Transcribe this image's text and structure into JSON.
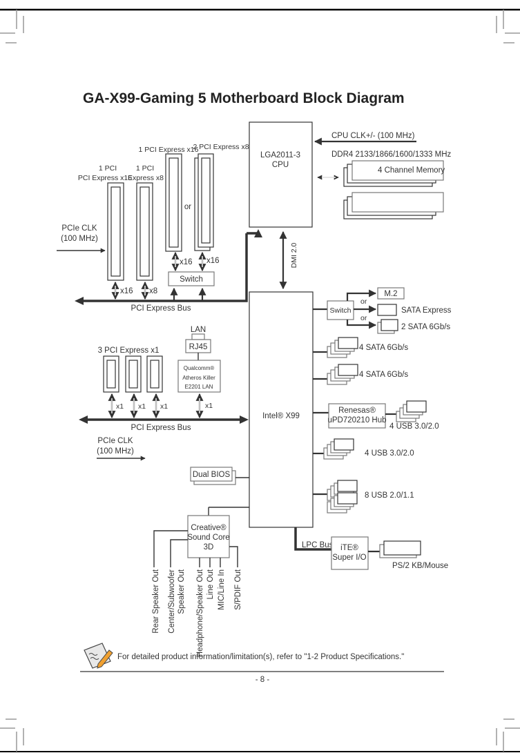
{
  "page": {
    "title": "GA-X99-Gaming 5 Motherboard Block Diagram",
    "page_number": "- 8 -",
    "note": "For detailed product information/limitation(s), refer to \"1-2 Product Specifications.\"",
    "note_icon": "note-pencil-icon"
  },
  "cpu": {
    "line1": "LGA2011-3",
    "line2": "CPU"
  },
  "cpu_clock": "CPU CLK+/- (100 MHz)",
  "memory": {
    "speed": "DDR4 2133/1866/1600/1333 MHz",
    "label": "4 Channel Memory"
  },
  "dmi": "DMI 2.0",
  "chipset": {
    "label": "Intel® X99"
  },
  "pcie_top": {
    "slot1": {
      "line1": "1 PCI",
      "line2": "PCI Express x16",
      "link": "x16"
    },
    "slot2": {
      "line1": "1 PCI",
      "line2": "Express x8",
      "link": "x8"
    },
    "slot3": {
      "label": "1 PCI Express x16",
      "link": "x16"
    },
    "slot4": {
      "label": "2 PCI Express x8",
      "link": "x16"
    },
    "or": "or",
    "switch": "Switch",
    "bus": "PCI Express Bus",
    "clk_line1": "PCIe CLK",
    "clk_line2": "(100 MHz)"
  },
  "pcie_bottom": {
    "slots_label": "3 PCI Express x1",
    "links": [
      "x1",
      "x1",
      "x1",
      "x1"
    ],
    "bus": "PCI Express Bus",
    "clk_line1": "PCIe CLK",
    "clk_line2": "(100 MHz)"
  },
  "lan": {
    "label": "LAN",
    "connector": "RJ45",
    "chip_line1": "Qualcomm®",
    "chip_line2": "Atheros Killer",
    "chip_line3": "E2201 LAN"
  },
  "storage": {
    "switch": "Switch",
    "or1": "or",
    "or2": "or",
    "m2": "M.2",
    "sata_express": "SATA Express",
    "sata2": "2 SATA 6Gb/s",
    "sata4a": "4 SATA 6Gb/s",
    "sata4b": "4 SATA 6Gb/s"
  },
  "usb": {
    "hub_line1": "Renesas®",
    "hub_line2": "uPD720210 Hub",
    "hub_ports": "4 USB 3.0/2.0",
    "usb3": "4 USB 3.0/2.0",
    "usb2": "8 USB 2.0/1.1"
  },
  "bios": "Dual BIOS",
  "lpc": {
    "bus": "LPC Bus",
    "sio_line1": "iTE®",
    "sio_line2": "Super I/O",
    "ps2": "PS/2 KB/Mouse"
  },
  "audio": {
    "chip_line1": "Creative®",
    "chip_line2": "Sound Core",
    "chip_line3": "3D",
    "outputs": [
      "Rear Speaker Out",
      "Center/Subwoofer",
      "Speaker Out",
      "Headphone/Speaker Out",
      "Line Out",
      "MIC/Line In",
      "S/PDIF Out"
    ]
  }
}
